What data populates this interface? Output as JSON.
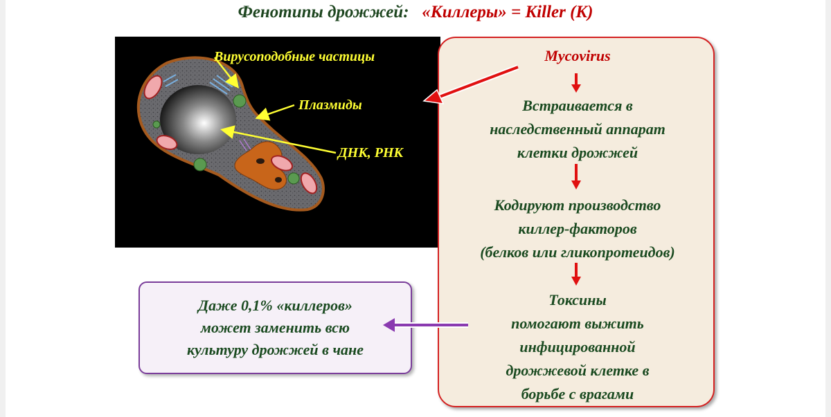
{
  "title": {
    "part1": "Фенотипы дрожжей:",
    "part2": "«Киллеры» = Killer (K)"
  },
  "cell_labels": {
    "virus_particles": "Вирусоподобные частицы",
    "plasmids": "Плазмиды",
    "dna_rna": "ДНК, РНК"
  },
  "flow": {
    "header": "Mycovirus",
    "step1": [
      "Встраивается в",
      "наследственный аппарат",
      "клетки дрожжей"
    ],
    "step2": [
      "Кодируют производство",
      "киллер-факторов",
      "(белков или гликопротеидов)"
    ],
    "step3": [
      "Токсины",
      "помогают выжить",
      "инфицированной",
      "дрожжевой клетке в",
      "борьбе с врагами"
    ]
  },
  "note": {
    "lines": [
      "Даже 0,1% «киллеров»",
      "может заменить всю",
      "культуру дрожжей в чане"
    ]
  },
  "colors": {
    "title_green": "#1e4620",
    "title_red": "#c00000",
    "label_yellow": "#ffff33",
    "flow_border": "#d42020",
    "flow_bg": "#f5ecde",
    "note_border": "#7a3c9a",
    "arrow_red": "#e01010",
    "arrow_purple": "#8a3ab0"
  }
}
